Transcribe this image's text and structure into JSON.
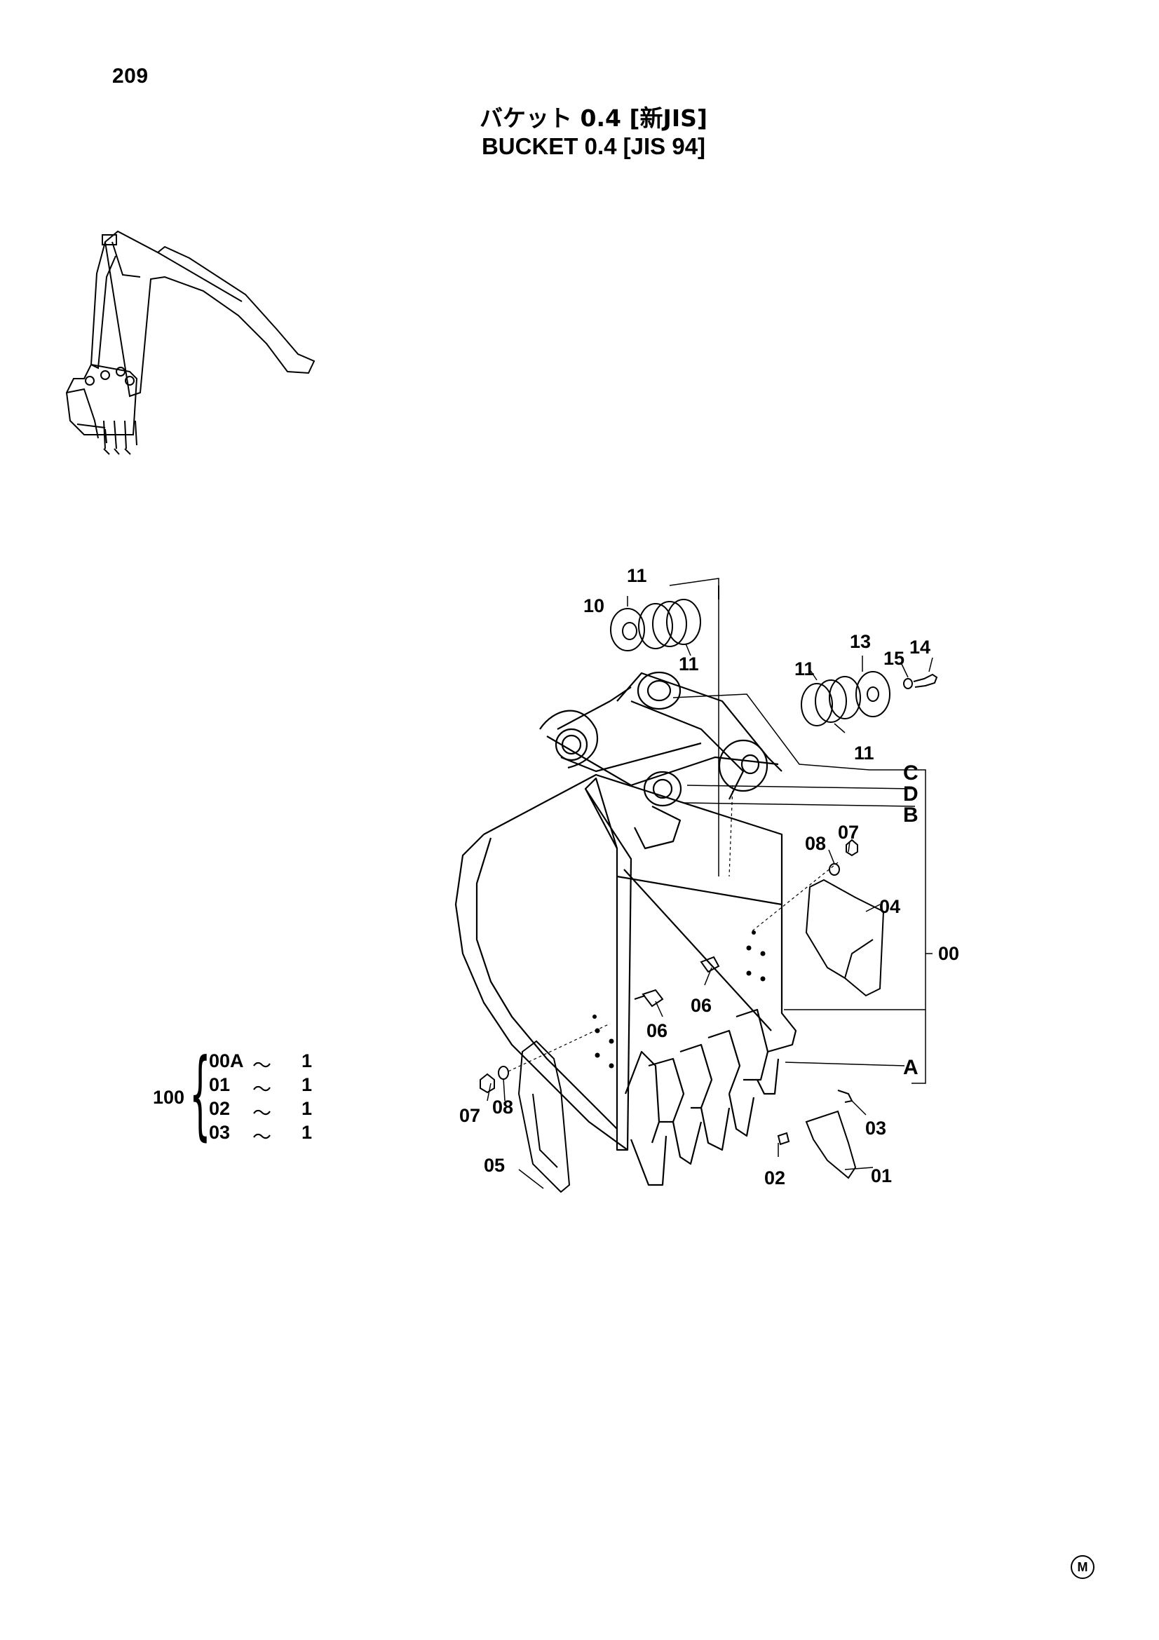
{
  "page_number": "209",
  "title": {
    "japanese": "バケット 0.4 [新JIS]",
    "english": "BUCKET 0.4 [JIS 94]"
  },
  "callouts": {
    "c00": "00",
    "c01": "01",
    "c02": "02",
    "c03": "03",
    "c04": "04",
    "c05": "05",
    "c06": "06",
    "c07": "07",
    "c08": "08",
    "c10": "10",
    "c11": "11",
    "c13": "13",
    "c14": "14",
    "c15": "15",
    "refA": "A",
    "refB": "B",
    "refC": "C",
    "refD": "D"
  },
  "kit": {
    "assembly": "100",
    "rows": [
      {
        "part": "00A",
        "tilde": "〜",
        "qty": "1"
      },
      {
        "part": "01",
        "tilde": "〜",
        "qty": "1"
      },
      {
        "part": "02",
        "tilde": "〜",
        "qty": "1"
      },
      {
        "part": "03",
        "tilde": "〜",
        "qty": "1"
      }
    ]
  },
  "corner_mark": "M"
}
